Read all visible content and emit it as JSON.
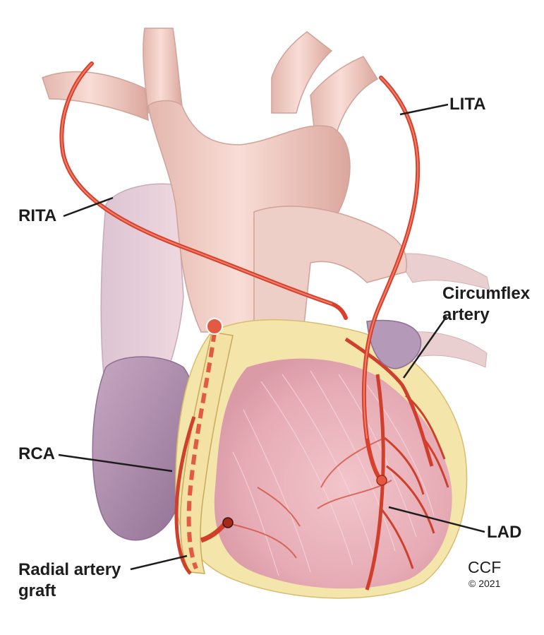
{
  "labels": {
    "lita": "LITA",
    "rita": "RITA",
    "circumflex_line1": "Circumflex",
    "circumflex_line2": "artery",
    "rca": "RCA",
    "lad": "LAD",
    "radial_line1": "Radial artery",
    "radial_line2": "graft"
  },
  "credit": {
    "org": "CCF",
    "copyright": "© 2021"
  },
  "colors": {
    "artery": "#d9402c",
    "vessel": "#f1cfc6",
    "heart_muscle": "#eab3bd",
    "fat": "#f3e6ad",
    "atrium": "#b79ab7",
    "text": "#1d1d1d"
  }
}
